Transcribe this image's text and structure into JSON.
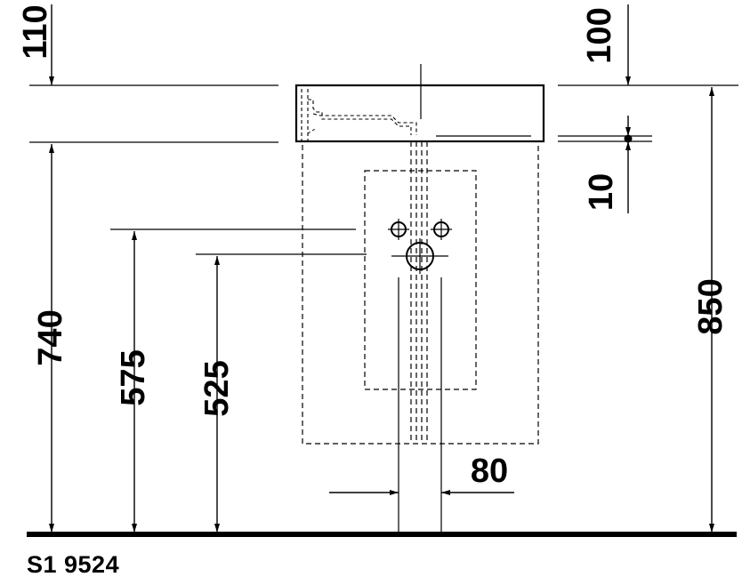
{
  "drawing": {
    "product_code": "S1 9524",
    "dimensions": {
      "top_left_offset": "110",
      "top_right_offset": "100",
      "right_small_offset": "10",
      "total_height": "850",
      "rim_height": "740",
      "supply_height": "575",
      "waste_height": "525",
      "waste_pipe_width": "80"
    }
  }
}
